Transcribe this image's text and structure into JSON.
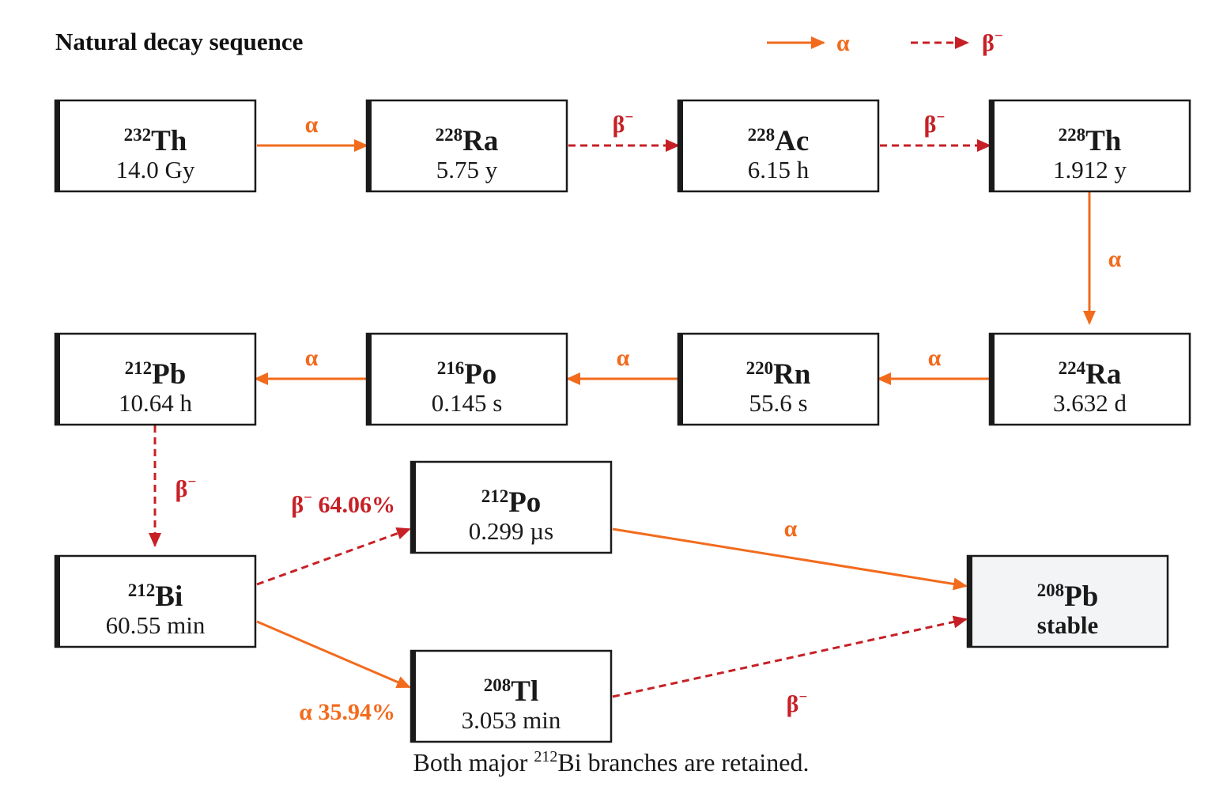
{
  "title": "Natural decay sequence",
  "legend": {
    "alpha_label": "α",
    "beta_label": "β",
    "beta_sign": "−"
  },
  "colors": {
    "alpha": "#f26b1d",
    "beta": "#c62026",
    "box_border": "#1a1a1a",
    "stable_fill": "#f3f4f6"
  },
  "nuclides": [
    {
      "id": "th232",
      "mass": "232",
      "symbol": "Th",
      "halflife": "14.0 Gy"
    },
    {
      "id": "ra228",
      "mass": "228",
      "symbol": "Ra",
      "halflife": "5.75 y"
    },
    {
      "id": "ac228",
      "mass": "228",
      "symbol": "Ac",
      "halflife": "6.15 h"
    },
    {
      "id": "th228",
      "mass": "228",
      "symbol": "Th",
      "halflife": "1.912 y"
    },
    {
      "id": "ra224",
      "mass": "224",
      "symbol": "Ra",
      "halflife": "3.632 d"
    },
    {
      "id": "rn220",
      "mass": "220",
      "symbol": "Rn",
      "halflife": "55.6 s"
    },
    {
      "id": "po216",
      "mass": "216",
      "symbol": "Po",
      "halflife": "0.145 s"
    },
    {
      "id": "pb212",
      "mass": "212",
      "symbol": "Pb",
      "halflife": "10.64 h"
    },
    {
      "id": "bi212",
      "mass": "212",
      "symbol": "Bi",
      "halflife": "60.55 min"
    },
    {
      "id": "po212",
      "mass": "212",
      "symbol": "Po",
      "halflife": "0.299 µs"
    },
    {
      "id": "tl208",
      "mass": "208",
      "symbol": "Tl",
      "halflife": "3.053 min"
    },
    {
      "id": "pb208",
      "mass": "208",
      "symbol": "Pb",
      "halflife": "stable"
    }
  ],
  "transitions": [
    {
      "from": "th232",
      "to": "ra228",
      "mode": "alpha",
      "label": "α"
    },
    {
      "from": "ra228",
      "to": "ac228",
      "mode": "beta",
      "label": "β",
      "sign": "−"
    },
    {
      "from": "ac228",
      "to": "th228",
      "mode": "beta",
      "label": "β",
      "sign": "−"
    },
    {
      "from": "th228",
      "to": "ra224",
      "mode": "alpha",
      "label": "α"
    },
    {
      "from": "ra224",
      "to": "rn220",
      "mode": "alpha",
      "label": "α"
    },
    {
      "from": "rn220",
      "to": "po216",
      "mode": "alpha",
      "label": "α"
    },
    {
      "from": "po216",
      "to": "pb212",
      "mode": "alpha",
      "label": "α"
    },
    {
      "from": "pb212",
      "to": "bi212",
      "mode": "beta",
      "label": "β",
      "sign": "−"
    },
    {
      "from": "bi212",
      "to": "po212",
      "mode": "beta",
      "label": "β",
      "sign": "−",
      "percent": "64.06%"
    },
    {
      "from": "bi212",
      "to": "tl208",
      "mode": "alpha",
      "label": "α",
      "percent": "35.94%"
    },
    {
      "from": "po212",
      "to": "pb208",
      "mode": "alpha",
      "label": "α"
    },
    {
      "from": "tl208",
      "to": "pb208",
      "mode": "beta",
      "label": "β",
      "sign": "−"
    }
  ],
  "footer": {
    "prefix": "Both major ",
    "mass": "212",
    "suffix": "Bi branches are retained."
  }
}
